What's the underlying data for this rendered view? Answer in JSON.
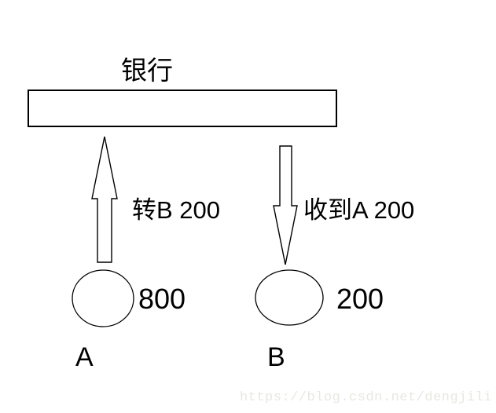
{
  "diagram": {
    "title": "银行",
    "flows": {
      "a_to_bank_label": "转B 200",
      "bank_to_b_label": "收到A 200"
    },
    "accounts": {
      "a": {
        "name": "A",
        "amount": "800"
      },
      "b": {
        "name": "B",
        "amount": "200"
      }
    },
    "watermark": "https://blog.csdn.net/dengjili",
    "colors": {
      "line": "#000000",
      "text": "#000000",
      "watermark_text": "#e8e8e2"
    }
  }
}
